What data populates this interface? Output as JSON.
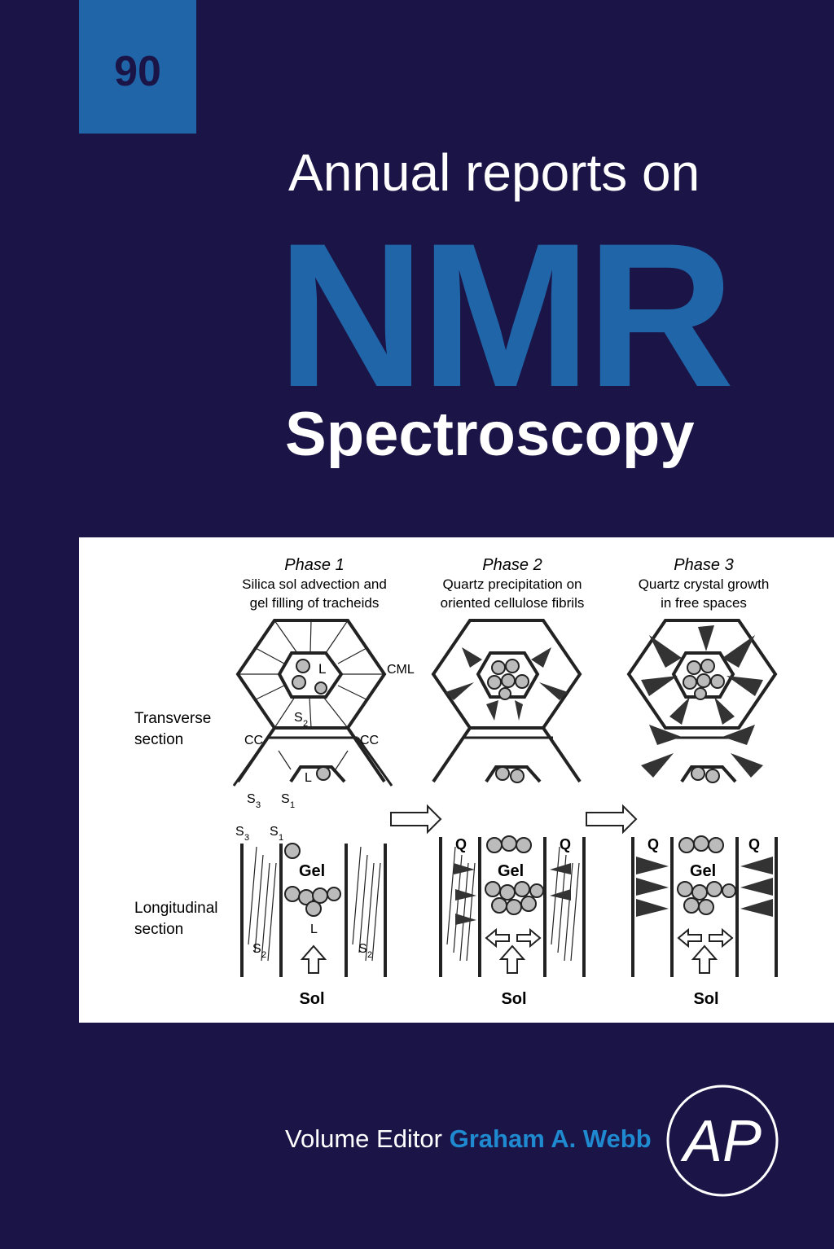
{
  "cover": {
    "volume_number": "90",
    "series_line": "Annual reports on",
    "title_main": "NMR",
    "title_sub": "Spectroscopy",
    "editor_prefix": "Volume Editor",
    "editor_name": "Graham A. Webb",
    "publisher_logo": "AP",
    "colors": {
      "background": "#1b1446",
      "accent": "#1f65a8",
      "editor_name": "#1f8ad0"
    }
  },
  "figure": {
    "phases": [
      {
        "title": "Phase 1",
        "desc1": "Silica sol advection and",
        "desc2": "gel filling of tracheids"
      },
      {
        "title": "Phase 2",
        "desc1": "Quartz precipitation on",
        "desc2": "oriented cellulose fibrils"
      },
      {
        "title": "Phase 3",
        "desc1": "Quartz crystal growth",
        "desc2": "in free spaces"
      }
    ],
    "row_labels": {
      "transverse_1": "Transverse",
      "transverse_2": "section",
      "longitudinal_1": "Longitudinal",
      "longitudinal_2": "section"
    },
    "labels": {
      "cml": "CML",
      "cc": "CC",
      "lumen": "L",
      "s1": "S",
      "s2": "S",
      "s3": "S",
      "sub1": "1",
      "sub2": "2",
      "sub3": "3",
      "gel": "Gel",
      "sol": "Sol",
      "quartz": "Q"
    }
  }
}
